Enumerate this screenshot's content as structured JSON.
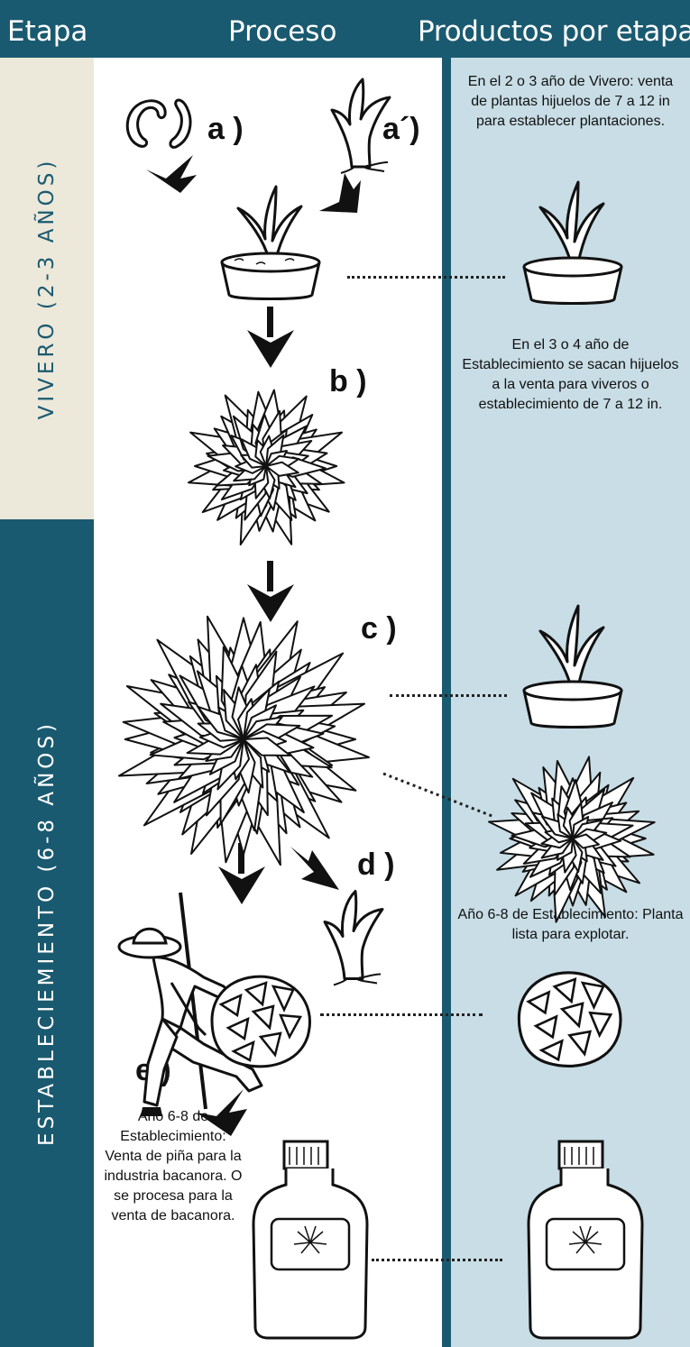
{
  "header": {
    "etapa": "Etapa",
    "proceso": "Proceso",
    "productos": "Productos por etapa"
  },
  "stages": {
    "vivero": "VIVERO (2-3 AÑOS)",
    "establecimiento": "ESTABLECIEMIENTO (6-8 AÑOS)"
  },
  "step_labels": {
    "a": "a )",
    "a_prime": "a´)",
    "b": "b )",
    "c": "c )",
    "d": "d )",
    "e": "e )"
  },
  "products": {
    "vivero": "En el  2 o 3 año  de Vivero: venta de plantas hijuelos de 7 a 12 in para establecer plantaciones.",
    "establecimiento_hijuelos": "En el  3 o 4 año  de Establecimiento se sacan hijuelos a la venta para viveros o establecimiento de 7 a 12 in.",
    "planta_lista": "Año 6-8 de Establecimiento: Planta lista para explotar."
  },
  "process": {
    "venta_pina": "Año 6-8 de Establecimiento: Venta de piña para la industria bacanora. O se procesa para la venta de bacanora."
  },
  "colors": {
    "header_bg": "#1a5a70",
    "vivero_bg": "#ece8da",
    "products_bg": "#c8dde5",
    "text_white": "#ffffff"
  },
  "icons": [
    "seed-icon",
    "shoot-icon",
    "potted-plant-icon",
    "agave-rosette-icon",
    "farmer-icon",
    "agave-heart-icon",
    "bottle-icon",
    "arrow-down-icon"
  ]
}
